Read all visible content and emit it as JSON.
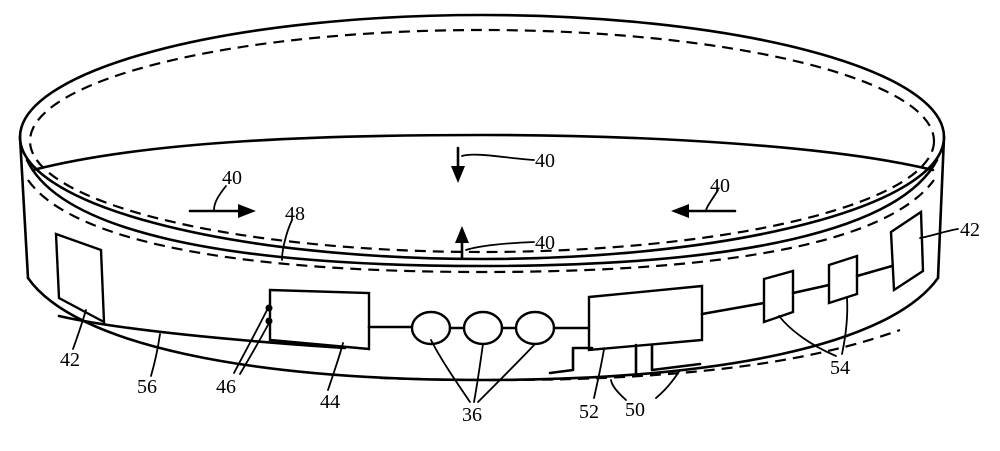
{
  "figure": {
    "labels": {
      "flow_left": "40",
      "flow_top": "40",
      "flow_right": "40",
      "flow_bottom": "40",
      "band_dashed_line": "48",
      "pad_left": "42",
      "pad_right": "42",
      "lower_wire": "56",
      "contacts": "46",
      "module_left": "44",
      "cells": "36",
      "module_right": "52",
      "bottom_dashed_line": "50",
      "small_components": "54"
    }
  }
}
